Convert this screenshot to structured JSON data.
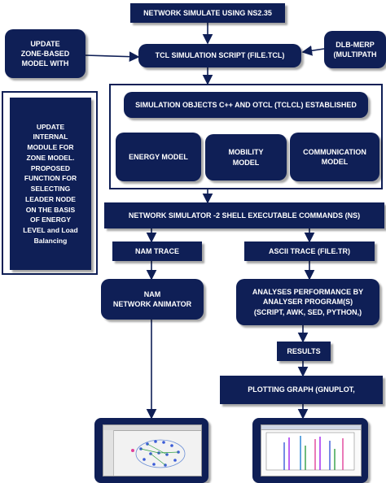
{
  "nodes": {
    "ns_version": "NETWORK SIMULATE USING NS2.35",
    "update_zone": "UPDATE\nZONE-BASED\nMODEL WITH",
    "tcl_script": "TCL SIMULATION SCRIPT (FILE.TCL)",
    "dlb_merp": "DLB-MERP\n(MULTIPATH",
    "update_internal": "UPDATE\nINTERNAL\nMODULE FOR\nZONE MODEL.\nPROPOSED\nFUNCTION FOR\nSELECTING\nLEADER NODE\nON THE BASIS\nOF ENERGY\nLEVEL and Load\nBalancing",
    "sim_objects": "SIMULATION OBJECTS C++ AND OTCL (TCLCL) ESTABLISHED",
    "energy_model": "ENERGY MODEL",
    "mobility_model": "MOBILITY\nMODEL",
    "communication_model": "COMMUNICATION\nMODEL",
    "ns2_shell": "NETWORK SIMULATOR -2 SHELL EXECUTABLE COMMANDS (NS)",
    "nam_trace": "NAM TRACE",
    "ascii_trace": "ASCII TRACE (FILE.TR)",
    "nam_animator": "NAM\nNETWORK ANIMATOR",
    "analyses": "ANALYSES PERFORMANCE BY\nANALYSER PROGRAM(S)\n(SCRIPT, AWK, SED, PYTHON,)",
    "results": "RESULTS",
    "plotting": "PLOTTING GRAPH (GNUPLOT,"
  },
  "colors": {
    "box_fill": "#0f1f56",
    "box_text": "#ffffff",
    "arrow": "#0f1f56",
    "graph_bar_colors": [
      "#3a5bd8",
      "#a020f0",
      "#2f9e44",
      "#e0409a",
      "#1f7fd1"
    ]
  },
  "thumbnails": {
    "left": "nam-network-animator-screenshot",
    "right": "gnuplot-bar-graph-screenshot"
  }
}
